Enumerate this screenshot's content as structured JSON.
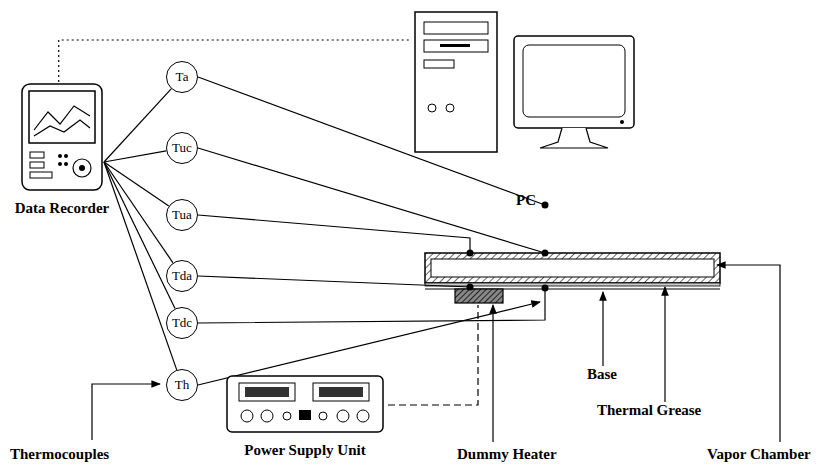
{
  "diagram": {
    "nodes": [
      {
        "text": [
          "Data Recorder"
        ]
      },
      {
        "text": [
          "PC"
        ]
      },
      {
        "text": [
          "Ta"
        ]
      },
      {
        "text": [
          "Tuc"
        ]
      },
      {
        "text": [
          "Tua"
        ]
      },
      {
        "text": [
          "Tda"
        ]
      },
      {
        "text": [
          "Tdc"
        ]
      },
      {
        "text": [
          "Th"
        ]
      },
      {
        "text": [
          "Power Supply Unit"
        ]
      }
    ],
    "edges": [
      {
        "from": 0,
        "to": 1,
        "arrow": "none"
      },
      {
        "from": 0,
        "to": 2,
        "arrow": "none"
      },
      {
        "from": 0,
        "to": 3,
        "arrow": "none"
      },
      {
        "from": 0,
        "to": 4,
        "arrow": "none"
      },
      {
        "from": 0,
        "to": 5,
        "arrow": "none"
      },
      {
        "from": 0,
        "to": 6,
        "arrow": "none"
      },
      {
        "from": 0,
        "to": 7,
        "arrow": "none"
      }
    ],
    "labels": [
      "Thermocouples",
      "Dummy Heater",
      "Vapor Chamber",
      "Base",
      "Thermal Grease"
    ]
  }
}
